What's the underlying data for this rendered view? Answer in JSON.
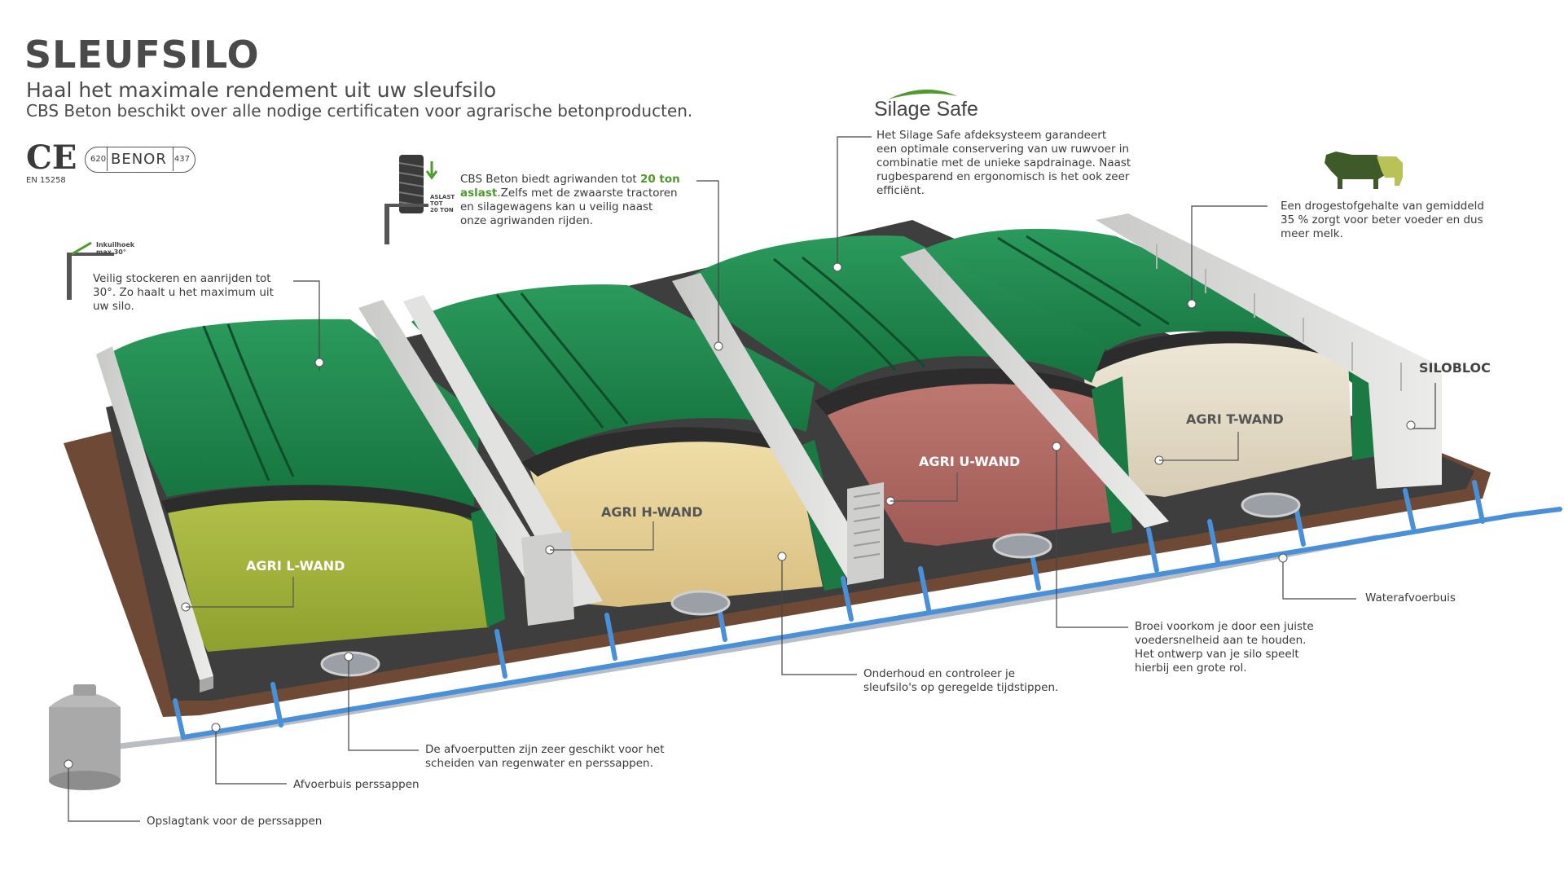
{
  "header": {
    "title": "SLEUFSILO",
    "subtitle": "Haal het maximale rendement uit uw sleufsilo",
    "tagline": "CBS Beton beschikt over alle nodige certificaten voor agrarische betonproducten."
  },
  "certificates": {
    "ce_mark": "CE",
    "ce_norm": "EN 15258",
    "benor_left": "620",
    "benor_name": "BENOR",
    "benor_right": "437"
  },
  "brand": {
    "silage_safe": "Silage Safe"
  },
  "icons": {
    "slope_text_1": "Inkuilhoek",
    "slope_text_2": "max 30°",
    "load_text_1": "ASLAST",
    "load_text_2": "TOT",
    "load_text_3": "20 TON"
  },
  "annotations": {
    "slope": [
      "Veilig stockeren en aanrijden tot",
      "30°. Zo haalt u het maximum uit",
      "uw silo."
    ],
    "load_line1_pre": "CBS Beton biedt agriwanden tot ",
    "load_line1_hl": "20 ton",
    "load_line2_hl": "aslast",
    "load_line2_post": ".Zelfs met de zwaarste tractoren",
    "load_rest": [
      "en silagewagens kan u veilig naast",
      "onze agriwanden rijden."
    ],
    "silage_safe": [
      "Het Silage Safe afdeksysteem garandeert",
      "een optimale conservering van uw ruwvoer in",
      "combinatie met de unieke sapdrainage. Naast",
      "rugbesparend en ergonomisch is het ook zeer",
      "efficiënt."
    ],
    "drystof": [
      "Een drogestofgehalte van gemiddeld",
      "35 % zorgt voor beter voeder en dus",
      "meer melk."
    ],
    "waterafvoer": "Waterafvoerbuis",
    "broei": [
      "Broei voorkom je door een juiste",
      "voedersnelheid aan te houden.",
      "Het ontwerp van je silo speelt",
      "hierbij een grote rol."
    ],
    "onderhoud": [
      "Onderhoud en controleer je",
      "sleufsilo's op geregelde tijdstippen."
    ],
    "afvoerputten": [
      "De afvoerputten zijn  zeer geschikt voor het",
      "scheiden van regenwater en perssappen."
    ],
    "afvoerbuis": "Afvoerbuis  perssappen",
    "opslagtank": "Opslagtank voor de perssappen"
  },
  "walls": {
    "l_wand": "AGRI L-WAND",
    "h_wand": "AGRI H-WAND",
    "u_wand": "AGRI U-WAND",
    "t_wand": "AGRI T-WAND",
    "silobloc": "SILOBLOC"
  },
  "colors": {
    "tarp_green": "#1f8a4f",
    "tarp_dark": "#14703c",
    "grass_silage": "#a3b63a",
    "corn_silage": "#e8d39a",
    "red_silage": "#b06a64",
    "white_silage": "#e6ddc9",
    "concrete": "#d6d6d4",
    "floor": "#3e3e3e",
    "soil": "#6e4a36",
    "pipe_blue": "#4a90d9",
    "pipe_grey": "#b9bec4",
    "highlight_green": "#4e9a2a"
  }
}
